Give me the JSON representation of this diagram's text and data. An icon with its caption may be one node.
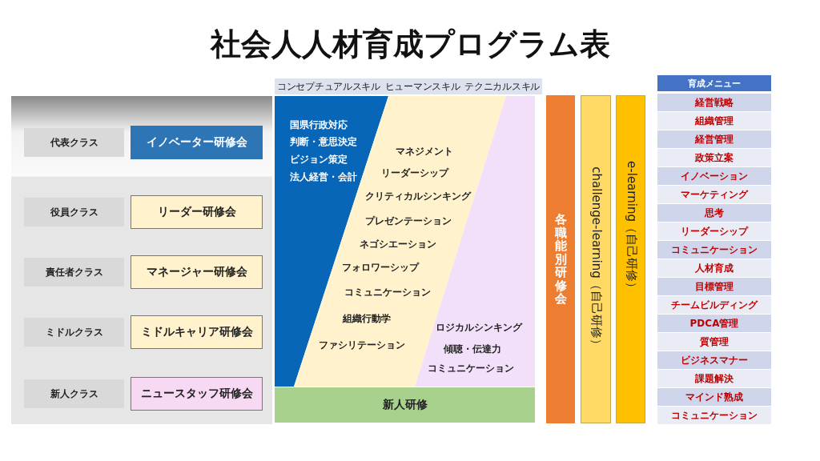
{
  "diagram": {
    "title": "社会人人材育成プログラム表",
    "nodes": [
      {
        "text": [
          "代表クラス"
        ]
      },
      {
        "text": [
          "イノベーター研修会"
        ]
      },
      {
        "text": [
          "役員クラス"
        ]
      },
      {
        "text": [
          "リーダー研修会"
        ]
      },
      {
        "text": [
          "責任者クラス"
        ]
      },
      {
        "text": [
          "マネージャー研修会"
        ]
      },
      {
        "text": [
          "ミドルクラス"
        ]
      },
      {
        "text": [
          "ミドルキャリア研修会"
        ]
      },
      {
        "text": [
          "新人クラス"
        ]
      },
      {
        "text": [
          "ニュースタッフ研修会"
        ]
      },
      {
        "text": [
          "コンセプチュアルスキル",
          "ヒューマンスキル",
          "テクニカルスキル"
        ]
      },
      {
        "text": [
          "国県行政対応",
          "判断・意思決定",
          "ビジョン策定",
          "法人経営・会計"
        ]
      },
      {
        "text": [
          "マネジメント",
          "リーダーシップ",
          "クリティカルシンキング",
          "プレゼンテーション",
          "ネゴシエーション",
          "フォロワーシップ",
          "コミュニケーション",
          "組織行動学",
          "ファシリテーション"
        ]
      },
      {
        "text": [
          "ロジカルシンキング",
          "傾聴・伝達力",
          "コミュニケーション"
        ]
      },
      {
        "text": [
          "新人研修"
        ]
      },
      {
        "text": [
          "各職能別研修会"
        ]
      },
      {
        "text": [
          "challenge-learning（自己研修）"
        ]
      },
      {
        "text": [
          "e-learning（自己研修）"
        ]
      },
      {
        "text": [
          "育成メニュー"
        ]
      },
      {
        "text": [
          "経営戦略"
        ]
      },
      {
        "text": [
          "組織管理"
        ]
      },
      {
        "text": [
          "経営管理"
        ]
      },
      {
        "text": [
          "政策立案"
        ]
      },
      {
        "text": [
          "イノベーション"
        ]
      },
      {
        "text": [
          "マーケティング"
        ]
      },
      {
        "text": [
          "思考"
        ]
      },
      {
        "text": [
          "リーダーシップ"
        ]
      },
      {
        "text": [
          "コミュニケーション"
        ]
      },
      {
        "text": [
          "人材育成"
        ]
      },
      {
        "text": [
          "目標管理"
        ]
      },
      {
        "text": [
          "チームビルディング"
        ]
      },
      {
        "text": [
          "PDCA管理"
        ]
      },
      {
        "text": [
          "質管理"
        ]
      },
      {
        "text": [
          "ビジネスマナー"
        ]
      },
      {
        "text": [
          "課題解決"
        ]
      },
      {
        "text": [
          "マインド熟成"
        ]
      },
      {
        "text": [
          "コミュニケーション"
        ]
      }
    ],
    "edges": []
  }
}
